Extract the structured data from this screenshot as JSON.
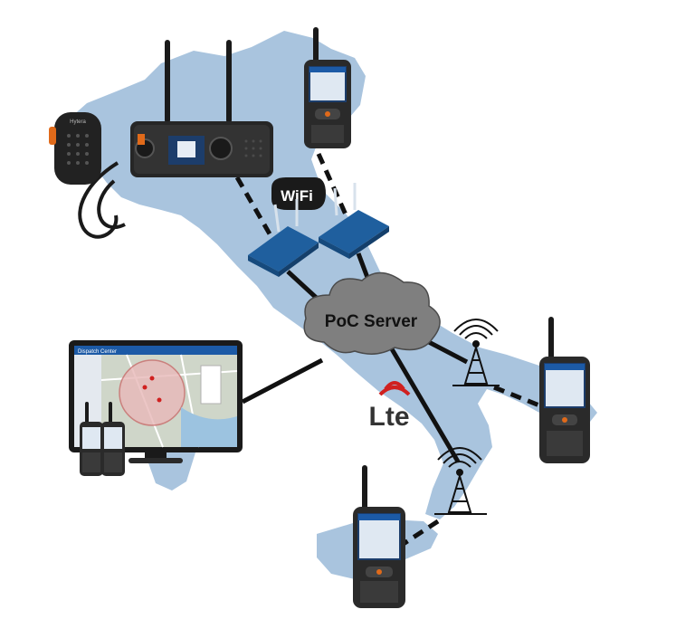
{
  "server": {
    "label": "PoC Server"
  },
  "wifi_logo": {
    "text": "WiFi"
  },
  "lte_logo": {
    "text": "Lte"
  },
  "dispatch_screen": {
    "title": "Dispatch Center"
  },
  "mobile_radio": {
    "brand": "Hytera"
  },
  "colors": {
    "map_fill": "#a9c4de",
    "cloud_fill": "#7f7f7f",
    "link_line": "#111111",
    "router_blue": "#1f5f9e",
    "lte_red": "#d0201f"
  },
  "icons": [
    "mobile-radio-icon",
    "speaker-mic-icon",
    "handheld-radio-icon",
    "wifi-router-icon",
    "cell-tower-icon",
    "monitor-icon",
    "cloud-icon"
  ]
}
